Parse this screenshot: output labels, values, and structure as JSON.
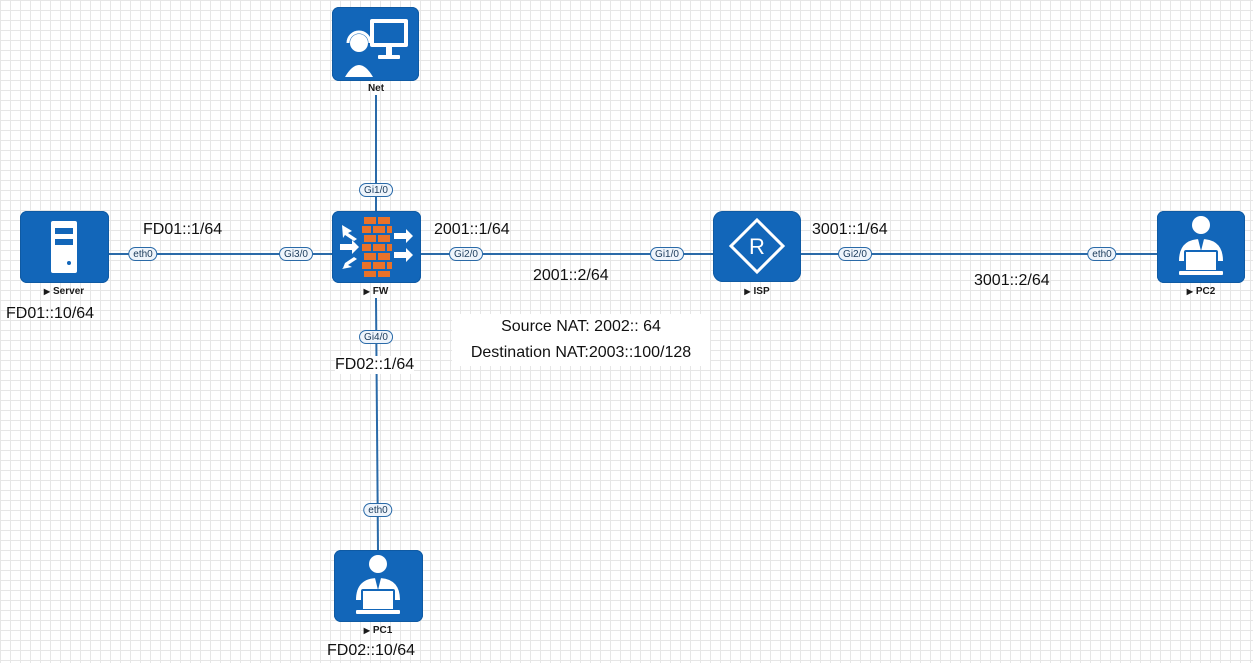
{
  "devices": {
    "net": {
      "label": "Net",
      "icon": "operator-workstation-icon"
    },
    "server": {
      "label": "Server",
      "icon": "server-tower-icon"
    },
    "fw": {
      "label": "FW",
      "icon": "firewall-icon"
    },
    "isp": {
      "label": "ISP",
      "icon": "router-icon"
    },
    "pc2": {
      "label": "PC2",
      "icon": "user-laptop-icon"
    },
    "pc1": {
      "label": "PC1",
      "icon": "user-laptop-icon"
    }
  },
  "ports": {
    "fw_gi10": "Gi1/0",
    "fw_gi30": "Gi3/0",
    "fw_gi20": "Gi2/0",
    "fw_gi40": "Gi4/0",
    "server_eth0": "eth0",
    "isp_gi10": "Gi1/0",
    "isp_gi20": "Gi2/0",
    "pc2_eth0": "eth0",
    "pc1_eth0": "eth0"
  },
  "addresses": {
    "fd01_1": "FD01::1/64",
    "fd01_10": "FD01::10/64",
    "a2001_1": "2001::1/64",
    "a2001_2": "2001::2/64",
    "a3001_1": "3001::1/64",
    "a3001_2": "3001::2/64",
    "fd02_1": "FD02::1/64",
    "fd02_10": "FD02::10/64"
  },
  "nat": {
    "source": "Source NAT: 2002:: 64",
    "destination": "Destination NAT:2003::100/128"
  },
  "colors": {
    "device": "#1266b9",
    "link": "#2a6aa8",
    "firewall_brick": "#e8722a"
  }
}
